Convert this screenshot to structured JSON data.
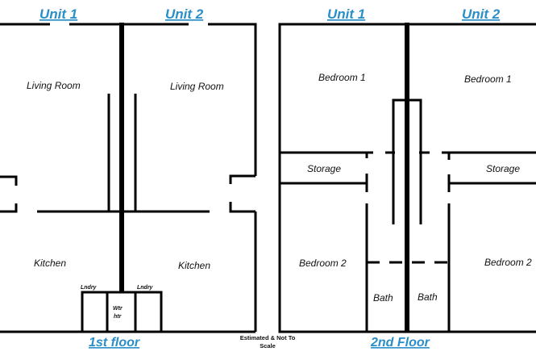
{
  "first_floor": {
    "unit1_label": "Unit 1",
    "unit2_label": "Unit 2",
    "unit1_living": "Living Room",
    "unit2_living": "Living Room",
    "unit1_kitchen": "Kitchen",
    "unit2_kitchen": "Kitchen",
    "laundry_left": "Lndry",
    "laundry_right": "Lndry",
    "water_heater_line1": "Wtr",
    "water_heater_line2": "htr",
    "floor_label": "1st floor"
  },
  "second_floor": {
    "unit1_label": "Unit 1",
    "unit2_label": "Unit 2",
    "unit1_bedroom1": "Bedroom 1",
    "unit2_bedroom1": "Bedroom 1",
    "unit1_storage": "Storage",
    "unit2_storage": "Storage",
    "unit1_bedroom2": "Bedroom 2",
    "unit2_bedroom2": "Bedroom 2",
    "unit1_bath": "Bath",
    "unit2_bath": "Bath",
    "floor_label": "2nd Floor"
  },
  "note": {
    "line1": "Estimated & Not To",
    "line2": "Scale"
  }
}
